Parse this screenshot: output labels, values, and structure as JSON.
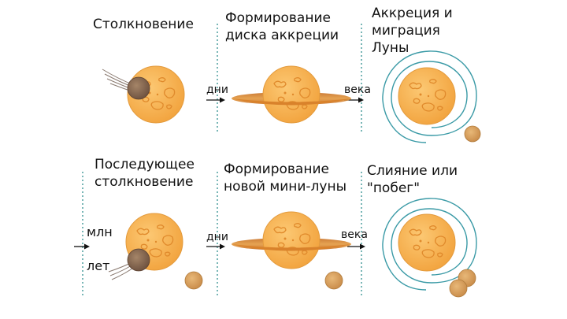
{
  "stages": {
    "top": [
      {
        "title_lines": [
          "Столкновение"
        ]
      },
      {
        "title_lines": [
          "Формирование",
          "диска аккреции"
        ]
      },
      {
        "title_lines": [
          "Аккреция и",
          "миграция",
          "Луны"
        ]
      }
    ],
    "bottom": [
      {
        "title_lines": [
          "Последующее",
          "столкновение"
        ]
      },
      {
        "title_lines": [
          "Формирование",
          "новой мини-луны"
        ]
      },
      {
        "title_lines": [
          "Слияние или",
          "\"побег\""
        ]
      }
    ]
  },
  "arrows": {
    "top_1": "дни",
    "top_2": "века",
    "bottom_0_line1": "млн",
    "bottom_0_line2": "лет",
    "bottom_1": "дни",
    "bottom_2": "века"
  },
  "colors": {
    "planet_fill": "#f6b04f",
    "planet_outline": "#d98b2b",
    "spot_outline": "#e08a2c",
    "disk": "#d9822b",
    "orbit": "#3a9aa6",
    "moon_fill": "#d9a25f",
    "impactor_fill": "#8a6a52",
    "divider": "#2f8f8f"
  }
}
